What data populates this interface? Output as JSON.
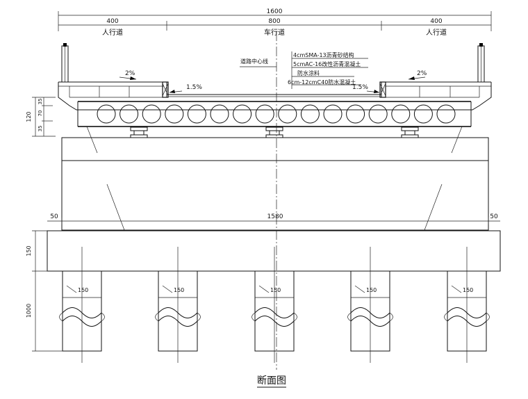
{
  "drawing": {
    "title": "断面图",
    "dims": {
      "total_width": "1600",
      "left_walk": "400",
      "carriageway": "800",
      "right_walk": "400",
      "beam_h": "120",
      "top_a": "35",
      "top_b": "70",
      "top_c": "35",
      "cap_left": "50",
      "cap_mid": "1580",
      "cap_right": "50",
      "cap_h": "150",
      "pile_len": "1000",
      "pile_dia": "150"
    },
    "labels": {
      "left_walk": "人行道",
      "carriageway": "车行道",
      "right_walk": "人行道",
      "centerline": "道路中心线",
      "pave_1": "4cmSMA-13沥青砂结构",
      "pave_2": "5cmAC-16改性沥青混凝土",
      "pave_3": "防水涂料",
      "pave_4": "6cm-12cmC40防水混凝土",
      "slope_walk": "2%",
      "slope_road": "1.5%"
    }
  }
}
